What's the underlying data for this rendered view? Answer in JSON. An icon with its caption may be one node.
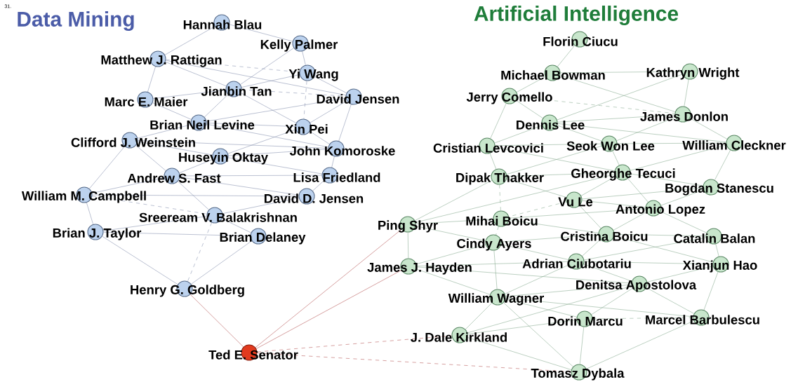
{
  "diagram": {
    "nodes": [
      {
        "text": [
          "Hannah Blau"
        ]
      },
      {
        "text": [
          "Kelly Palmer"
        ]
      },
      {
        "text": [
          "Matthew J. Rattigan"
        ]
      },
      {
        "text": [
          "Yi Wang"
        ]
      },
      {
        "text": [
          "Jianbin Tan"
        ]
      },
      {
        "text": [
          "Marc E. Maier"
        ]
      },
      {
        "text": [
          "David Jensen"
        ]
      },
      {
        "text": [
          "Brian Neil Levine"
        ]
      },
      {
        "text": [
          "Xin Pei"
        ]
      },
      {
        "text": [
          "Clifford J. Weinstein"
        ]
      },
      {
        "text": [
          "John Komoroske"
        ]
      },
      {
        "text": [
          "Huseyin Oktay"
        ]
      },
      {
        "text": [
          "Andrew S. Fast"
        ]
      },
      {
        "text": [
          "Lisa Friedland"
        ]
      },
      {
        "text": [
          "William M. Campbell"
        ]
      },
      {
        "text": [
          "David D. Jensen"
        ]
      },
      {
        "text": [
          "Sreeream V. Balakrishnan"
        ]
      },
      {
        "text": [
          "Brian J. Taylor"
        ]
      },
      {
        "text": [
          "Brian Delaney"
        ]
      },
      {
        "text": [
          "Henry G. Goldberg"
        ]
      },
      {
        "text": [
          "Ted E. Senator"
        ]
      },
      {
        "text": [
          "Florin Ciucu"
        ]
      },
      {
        "text": [
          "Michael Bowman"
        ]
      },
      {
        "text": [
          "Kathryn Wright"
        ]
      },
      {
        "text": [
          "Jerry Comello"
        ]
      },
      {
        "text": [
          "James Donlon"
        ]
      },
      {
        "text": [
          "Dennis Lee"
        ]
      },
      {
        "text": [
          "Cristian Levcovici"
        ]
      },
      {
        "text": [
          "Seok Won Lee"
        ]
      },
      {
        "text": [
          "William Cleckner"
        ]
      },
      {
        "text": [
          "Dipak Thakker"
        ]
      },
      {
        "text": [
          "Gheorghe Tecuci"
        ]
      },
      {
        "text": [
          "Bogdan Stanescu"
        ]
      },
      {
        "text": [
          "Vu Le"
        ]
      },
      {
        "text": [
          "Antonio Lopez"
        ]
      },
      {
        "text": [
          "Ping Shyr"
        ]
      },
      {
        "text": [
          "Mihai Boicu"
        ]
      },
      {
        "text": [
          "Cristina Boicu"
        ]
      },
      {
        "text": [
          "Catalin Balan"
        ]
      },
      {
        "text": [
          "Cindy Ayers"
        ]
      },
      {
        "text": [
          "Xianjun Hao"
        ]
      },
      {
        "text": [
          "James J. Hayden"
        ]
      },
      {
        "text": [
          "Adrian Ciubotariu"
        ]
      },
      {
        "text": [
          "Denitsa Apostolova"
        ]
      },
      {
        "text": [
          "William Wagner"
        ]
      },
      {
        "text": [
          "Dorin Marcu"
        ]
      },
      {
        "text": [
          "Marcel Barbulescu"
        ]
      },
      {
        "text": [
          "J. Dale Kirkland"
        ]
      },
      {
        "text": [
          "Tomasz Dybala"
        ]
      }
    ],
    "edges": [
      {
        "from": 0,
        "to": 1,
        "arrow": "none",
        "color": "#7c88a8"
      },
      {
        "from": 0,
        "to": 2,
        "arrow": "none",
        "color": "#7c88a8"
      },
      {
        "from": 1,
        "to": 3,
        "arrow": "none",
        "color": "#7c88a8"
      },
      {
        "from": 1,
        "to": 4,
        "arrow": "none",
        "color": "#7c88a8"
      },
      {
        "from": 2,
        "to": 3,
        "arrow": "none",
        "color": "#7c88a8",
        "style": "dashed"
      },
      {
        "from": 2,
        "to": 4,
        "arrow": "none",
        "color": "#7c88a8"
      },
      {
        "from": 2,
        "to": 5,
        "arrow": "none",
        "color": "#7c88a8"
      },
      {
        "from": 2,
        "to": 6,
        "arrow": "none",
        "color": "#7c88a8"
      },
      {
        "from": 3,
        "to": 4,
        "arrow": "none",
        "color": "#7c88a8"
      },
      {
        "from": 3,
        "to": 6,
        "arrow": "none",
        "color": "#7c88a8"
      },
      {
        "from": 3,
        "to": 8,
        "arrow": "none",
        "color": "#7c88a8",
        "style": "dashed"
      },
      {
        "from": 4,
        "to": 5,
        "arrow": "none",
        "color": "#7c88a8"
      },
      {
        "from": 4,
        "to": 6,
        "arrow": "none",
        "color": "#7c88a8",
        "style": "dashed"
      },
      {
        "from": 4,
        "to": 7,
        "arrow": "none",
        "color": "#7c88a8"
      },
      {
        "from": 4,
        "to": 8,
        "arrow": "none",
        "color": "#7c88a8"
      },
      {
        "from": 5,
        "to": 7,
        "arrow": "none",
        "color": "#7c88a8"
      },
      {
        "from": 6,
        "to": 7,
        "arrow": "none",
        "color": "#7c88a8"
      },
      {
        "from": 6,
        "to": 8,
        "arrow": "none",
        "color": "#7c88a8"
      },
      {
        "from": 6,
        "to": 10,
        "arrow": "none",
        "color": "#7c88a8"
      },
      {
        "from": 7,
        "to": 8,
        "arrow": "none",
        "color": "#7c88a8"
      },
      {
        "from": 7,
        "to": 9,
        "arrow": "none",
        "color": "#7c88a8"
      },
      {
        "from": 7,
        "to": 10,
        "arrow": "none",
        "color": "#7c88a8"
      },
      {
        "from": 8,
        "to": 10,
        "arrow": "none",
        "color": "#7c88a8"
      },
      {
        "from": 8,
        "to": 11,
        "arrow": "none",
        "color": "#7c88a8"
      },
      {
        "from": 9,
        "to": 10,
        "arrow": "none",
        "color": "#7c88a8"
      },
      {
        "from": 9,
        "to": 11,
        "arrow": "none",
        "color": "#7c88a8"
      },
      {
        "from": 9,
        "to": 12,
        "arrow": "none",
        "color": "#7c88a8"
      },
      {
        "from": 9,
        "to": 14,
        "arrow": "none",
        "color": "#7c88a8"
      },
      {
        "from": 10,
        "to": 11,
        "arrow": "none",
        "color": "#7c88a8"
      },
      {
        "from": 10,
        "to": 13,
        "arrow": "none",
        "color": "#7c88a8"
      },
      {
        "from": 11,
        "to": 12,
        "arrow": "none",
        "color": "#7c88a8"
      },
      {
        "from": 11,
        "to": 13,
        "arrow": "none",
        "color": "#7c88a8"
      },
      {
        "from": 12,
        "to": 13,
        "arrow": "none",
        "color": "#7c88a8"
      },
      {
        "from": 12,
        "to": 14,
        "arrow": "none",
        "color": "#7c88a8"
      },
      {
        "from": 12,
        "to": 15,
        "arrow": "none",
        "color": "#7c88a8"
      },
      {
        "from": 12,
        "to": 16,
        "arrow": "none",
        "color": "#7c88a8"
      },
      {
        "from": 13,
        "to": 15,
        "arrow": "none",
        "color": "#7c88a8"
      },
      {
        "from": 14,
        "to": 15,
        "arrow": "none",
        "color": "#7c88a8"
      },
      {
        "from": 14,
        "to": 16,
        "arrow": "none",
        "color": "#7c88a8",
        "style": "dashed"
      },
      {
        "from": 14,
        "to": 17,
        "arrow": "none",
        "color": "#7c88a8"
      },
      {
        "from": 15,
        "to": 16,
        "arrow": "none",
        "color": "#7c88a8"
      },
      {
        "from": 16,
        "to": 17,
        "arrow": "none",
        "color": "#7c88a8"
      },
      {
        "from": 16,
        "to": 18,
        "arrow": "none",
        "color": "#7c88a8"
      },
      {
        "from": 16,
        "to": 19,
        "arrow": "none",
        "color": "#7c88a8",
        "style": "dashed"
      },
      {
        "from": 17,
        "to": 18,
        "arrow": "none",
        "color": "#7c88a8"
      },
      {
        "from": 17,
        "to": 19,
        "arrow": "none",
        "color": "#7c88a8"
      },
      {
        "from": 18,
        "to": 19,
        "arrow": "none",
        "color": "#7c88a8"
      },
      {
        "from": 20,
        "to": 19,
        "arrow": "none",
        "color": "#b04848"
      },
      {
        "from": 20,
        "to": 35,
        "arrow": "none",
        "color": "#b04848"
      },
      {
        "from": 20,
        "to": 41,
        "arrow": "none",
        "color": "#b04848"
      },
      {
        "from": 20,
        "to": 47,
        "arrow": "none",
        "color": "#b04848",
        "style": "dashed"
      },
      {
        "from": 20,
        "to": 48,
        "arrow": "none",
        "color": "#b04848",
        "style": "dashed"
      },
      {
        "from": 21,
        "to": 22,
        "arrow": "none"
      },
      {
        "from": 22,
        "to": 23,
        "arrow": "none"
      },
      {
        "from": 22,
        "to": 24,
        "arrow": "none"
      },
      {
        "from": 22,
        "to": 25,
        "arrow": "none"
      },
      {
        "from": 23,
        "to": 25,
        "arrow": "none"
      },
      {
        "from": 23,
        "to": 26,
        "arrow": "none"
      },
      {
        "from": 24,
        "to": 25,
        "arrow": "none",
        "style": "dashed"
      },
      {
        "from": 24,
        "to": 26,
        "arrow": "none"
      },
      {
        "from": 24,
        "to": 27,
        "arrow": "none"
      },
      {
        "from": 25,
        "to": 26,
        "arrow": "none"
      },
      {
        "from": 25,
        "to": 28,
        "arrow": "none"
      },
      {
        "from": 25,
        "to": 29,
        "arrow": "none"
      },
      {
        "from": 26,
        "to": 27,
        "arrow": "none"
      },
      {
        "from": 26,
        "to": 28,
        "arrow": "none"
      },
      {
        "from": 26,
        "to": 29,
        "arrow": "none"
      },
      {
        "from": 27,
        "to": 28,
        "arrow": "none"
      },
      {
        "from": 27,
        "to": 30,
        "arrow": "none"
      },
      {
        "from": 27,
        "to": 31,
        "arrow": "none"
      },
      {
        "from": 28,
        "to": 29,
        "arrow": "none"
      },
      {
        "from": 28,
        "to": 30,
        "arrow": "none"
      },
      {
        "from": 28,
        "to": 31,
        "arrow": "none"
      },
      {
        "from": 29,
        "to": 31,
        "arrow": "none"
      },
      {
        "from": 29,
        "to": 32,
        "arrow": "none"
      },
      {
        "from": 30,
        "to": 31,
        "arrow": "none"
      },
      {
        "from": 30,
        "to": 33,
        "arrow": "none"
      },
      {
        "from": 30,
        "to": 35,
        "arrow": "none"
      },
      {
        "from": 30,
        "to": 36,
        "arrow": "none",
        "style": "dashed"
      },
      {
        "from": 31,
        "to": 32,
        "arrow": "none"
      },
      {
        "from": 31,
        "to": 33,
        "arrow": "none"
      },
      {
        "from": 31,
        "to": 34,
        "arrow": "none"
      },
      {
        "from": 31,
        "to": 35,
        "arrow": "none"
      },
      {
        "from": 32,
        "to": 33,
        "arrow": "none"
      },
      {
        "from": 32,
        "to": 34,
        "arrow": "none"
      },
      {
        "from": 33,
        "to": 34,
        "arrow": "none"
      },
      {
        "from": 33,
        "to": 36,
        "arrow": "none",
        "style": "dashed"
      },
      {
        "from": 33,
        "to": 37,
        "arrow": "none"
      },
      {
        "from": 34,
        "to": 36,
        "arrow": "none"
      },
      {
        "from": 34,
        "to": 37,
        "arrow": "none"
      },
      {
        "from": 34,
        "to": 38,
        "arrow": "none"
      },
      {
        "from": 35,
        "to": 36,
        "arrow": "none"
      },
      {
        "from": 35,
        "to": 39,
        "arrow": "none"
      },
      {
        "from": 35,
        "to": 41,
        "arrow": "none"
      },
      {
        "from": 36,
        "to": 37,
        "arrow": "none"
      },
      {
        "from": 36,
        "to": 39,
        "arrow": "none",
        "style": "dashed"
      },
      {
        "from": 37,
        "to": 38,
        "arrow": "none"
      },
      {
        "from": 37,
        "to": 39,
        "arrow": "none"
      },
      {
        "from": 37,
        "to": 40,
        "arrow": "none"
      },
      {
        "from": 37,
        "to": 42,
        "arrow": "none"
      },
      {
        "from": 38,
        "to": 40,
        "arrow": "none"
      },
      {
        "from": 38,
        "to": 42,
        "arrow": "none"
      },
      {
        "from": 39,
        "to": 41,
        "arrow": "none"
      },
      {
        "from": 39,
        "to": 42,
        "arrow": "none"
      },
      {
        "from": 39,
        "to": 44,
        "arrow": "none"
      },
      {
        "from": 40,
        "to": 42,
        "arrow": "none"
      },
      {
        "from": 40,
        "to": 43,
        "arrow": "none"
      },
      {
        "from": 40,
        "to": 46,
        "arrow": "none"
      },
      {
        "from": 41,
        "to": 42,
        "arrow": "none"
      },
      {
        "from": 41,
        "to": 43,
        "arrow": "none"
      },
      {
        "from": 41,
        "to": 44,
        "arrow": "none"
      },
      {
        "from": 42,
        "to": 43,
        "arrow": "none"
      },
      {
        "from": 42,
        "to": 44,
        "arrow": "none"
      },
      {
        "from": 43,
        "to": 44,
        "arrow": "none"
      },
      {
        "from": 43,
        "to": 45,
        "arrow": "none"
      },
      {
        "from": 43,
        "to": 46,
        "arrow": "none"
      },
      {
        "from": 43,
        "to": 47,
        "arrow": "none"
      },
      {
        "from": 44,
        "to": 45,
        "arrow": "none"
      },
      {
        "from": 44,
        "to": 46,
        "arrow": "none"
      },
      {
        "from": 44,
        "to": 47,
        "arrow": "none"
      },
      {
        "from": 44,
        "to": 48,
        "arrow": "none"
      },
      {
        "from": 45,
        "to": 46,
        "arrow": "none",
        "style": "dashed"
      },
      {
        "from": 45,
        "to": 47,
        "arrow": "none"
      },
      {
        "from": 45,
        "to": 48,
        "arrow": "none"
      },
      {
        "from": 46,
        "to": 48,
        "arrow": "none"
      },
      {
        "from": 47,
        "to": 48,
        "arrow": "none"
      }
    ],
    "labels": [
      "31.",
      "Data Mining",
      "Artificial Intelligence"
    ]
  }
}
